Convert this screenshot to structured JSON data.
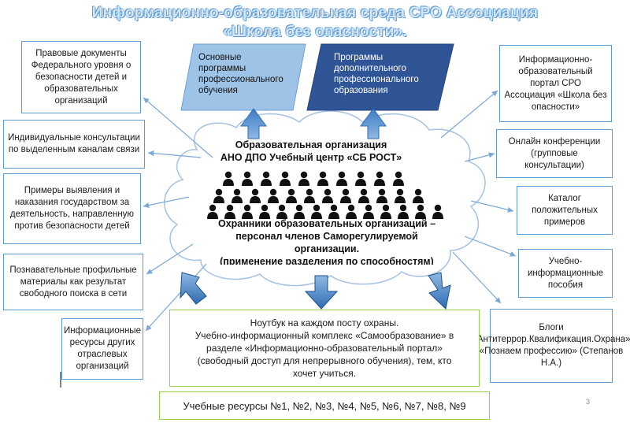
{
  "title": {
    "line1": "Информационно-образовательная среда СРО Ассоциация",
    "line2": "«Школа без опасности»."
  },
  "programs": {
    "left": [
      "Основные",
      "программы",
      "профессионального",
      "обучения"
    ],
    "right": [
      "Программы",
      "дополнительного",
      "профессионального",
      "образования"
    ]
  },
  "left_boxes": [
    "Правовые документы Федерального уровня о безопасности детей и образовательных организаций",
    "Индивидуальные консультации по выделенным каналам связи",
    "Примеры выявления и наказания государством за деятельность, направленную против безопасности детей",
    "Познавательные профильные материалы как результат свободного поиска в сети",
    "Информационные ресурсы других отраслевых организаций"
  ],
  "right_boxes": [
    "Информационно-образовательный портал СРО Ассоциация «Школа без опасности»",
    "Онлайн конференции (групповые консультации)",
    "Каталог положительных примеров",
    "Учебно-информационные пособия",
    "Блоги «Антитеррор.Квалификация.Охрана» «Познаем профессию» (Степанов Н.А.)"
  ],
  "cloud": {
    "org_line1": "Образовательная организация",
    "org_line2": "АНО ДПО Учебный центр «СБ РОСТ»",
    "guards_line1": "Охранники образовательных организаций –",
    "guards_line2": "персонал членов Саморегулируемой",
    "guards_line3": "организации.",
    "guards_line4": "(применение разделения по способностям)"
  },
  "center_box": [
    "Ноутбук на каждом посту охраны.",
    "Учебно-информационный комплекс «Самообразование» в",
    "разделе «Информационно-образовательный портал»",
    "(свободный доступ для непрерывного обучения), тем, кто",
    "хочет учиться."
  ],
  "bottom_box": "Учебные ресурсы №1, №2, №3, №4, №5, №6, №7, №8, №9",
  "slide_number": "3",
  "colors": {
    "box_border": "#5b9bd5",
    "green_border": "#92d050",
    "arrow_fill": "#5b9bd5",
    "para_left": "#9dc3e6",
    "para_right": "#2f5597",
    "people": "#111111"
  }
}
